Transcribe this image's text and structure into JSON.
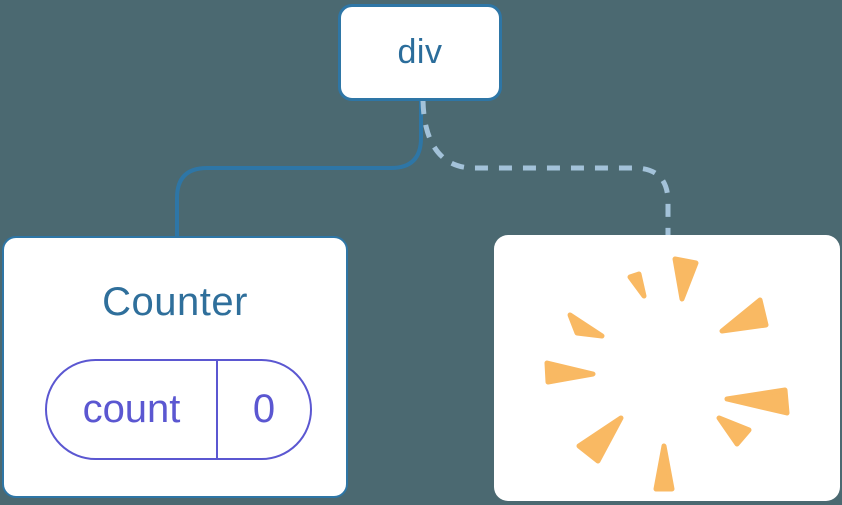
{
  "diagram": {
    "background_color": "#4b6971",
    "root_node": {
      "label": "div"
    },
    "counter_node": {
      "title": "Counter",
      "state": {
        "key": "count",
        "value": "0"
      }
    },
    "removed_node": {
      "icon": "poof-burst-icon"
    },
    "links": [
      {
        "style": "solid",
        "from": "div",
        "to": "Counter"
      },
      {
        "style": "dashed",
        "from": "div",
        "to": "removed"
      }
    ],
    "colors": {
      "node_border_blue": "#2e76a6",
      "node_text_blue": "#2b6d9b",
      "solid_link_blue": "#2e76a6",
      "dashed_link_light_blue": "#a3c2d9",
      "state_purple": "#5b57d1",
      "poof_orange": "#f9b963",
      "node_background": "#ffffff"
    }
  }
}
